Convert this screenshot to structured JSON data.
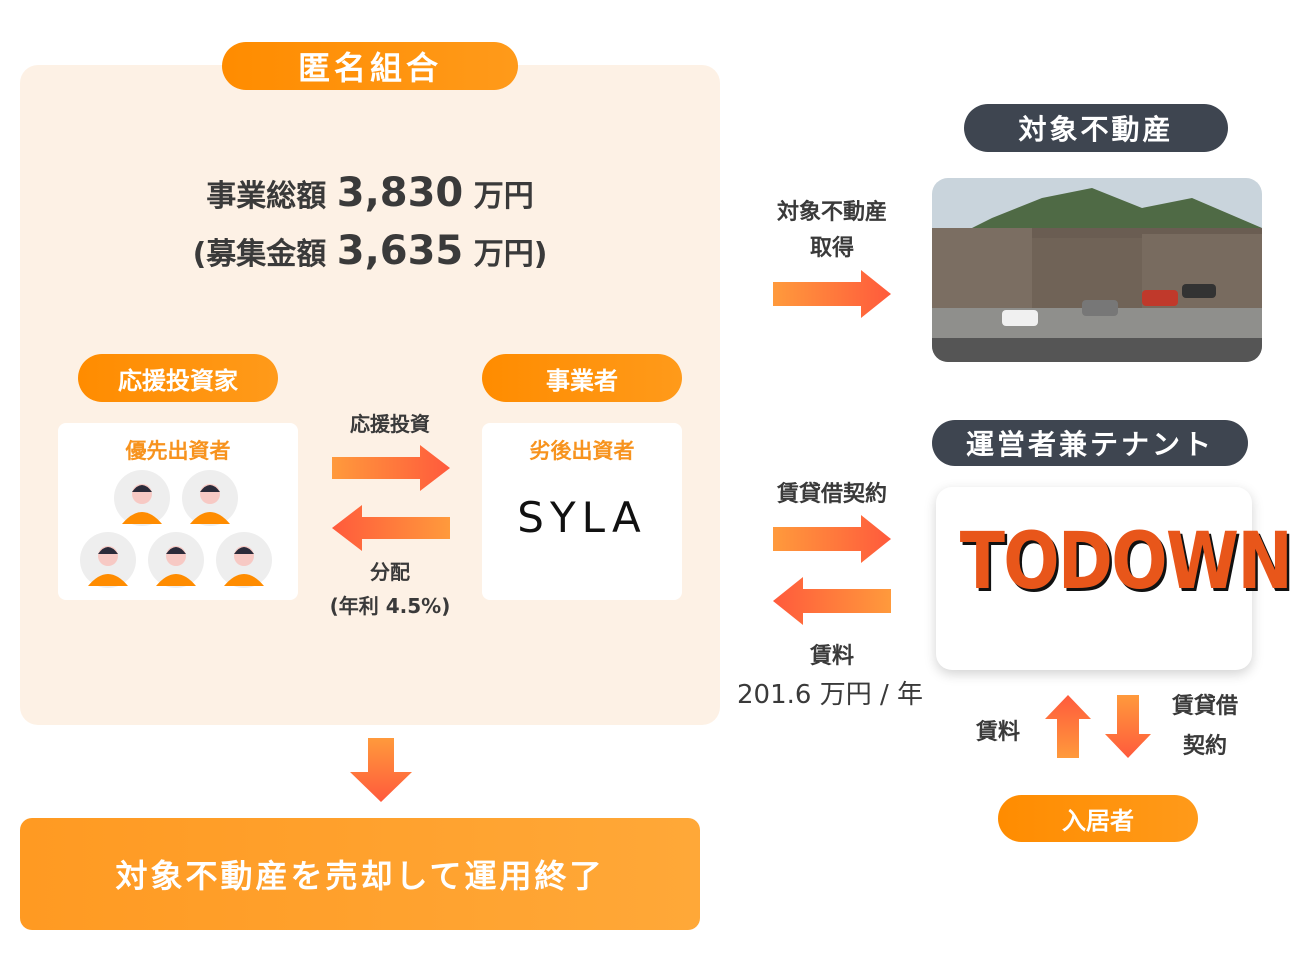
{
  "anon_partnership": {
    "title": "匿名組合",
    "total_label": "事業総額",
    "total_value": "3,830",
    "total_unit": "万円",
    "raise_open": "(募集金額",
    "raise_value": "3,635",
    "raise_unit": "万円)"
  },
  "investors": {
    "title": "応援投資家",
    "card_label": "優先出資者"
  },
  "operator": {
    "title": "事業者",
    "card_label": "劣後出資者",
    "logo": "SYLA"
  },
  "flows": {
    "invest": "応援投資",
    "distribution": "分配",
    "rate": "(年利 4.5%)"
  },
  "exit": {
    "label": "対象不動産を売却して運用終了"
  },
  "property": {
    "title": "対象不動産",
    "acquire_line1": "対象不動産",
    "acquire_line2": "取得"
  },
  "tenant": {
    "title": "運営者兼テナント",
    "logo": "TODOWN",
    "lease": "賃貸借契約",
    "rent": "賃料",
    "rent_value": "201.6 万円 / 年"
  },
  "residents": {
    "title": "入居者",
    "rent": "賃料",
    "lease_line1": "賃貸借",
    "lease_line2": "契約"
  },
  "colors": {
    "accent": "#ff8c00",
    "dark": "#3e4550",
    "panel": "#fdf1e5"
  }
}
